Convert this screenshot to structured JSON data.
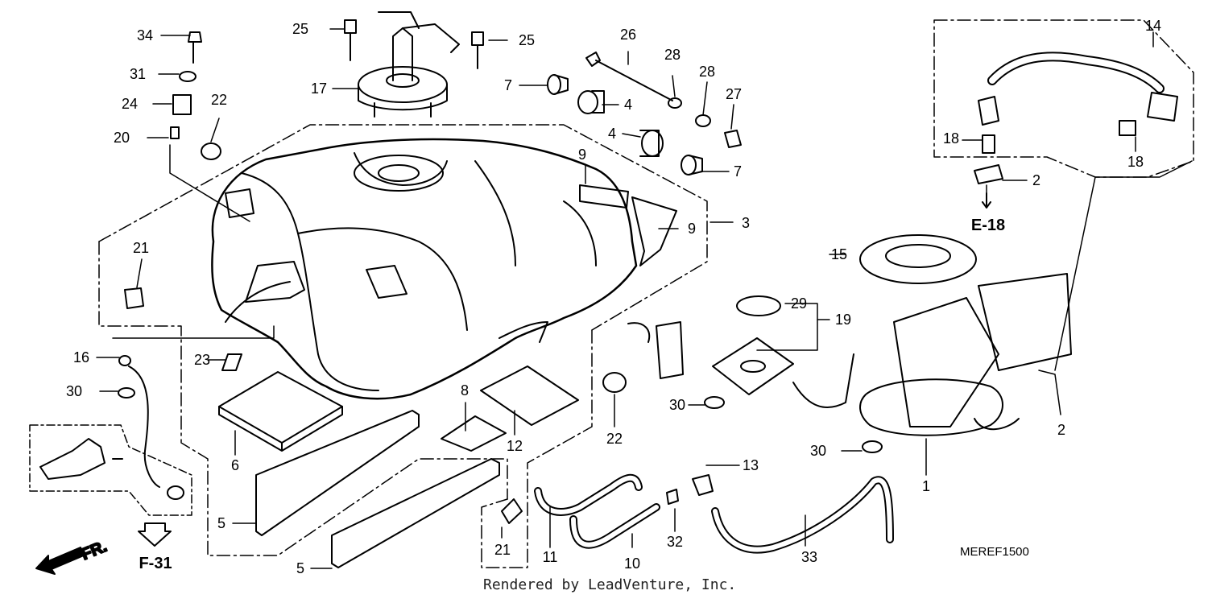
{
  "diagram": {
    "diagram_code": "MEREF1500",
    "footer_text": "Rendered by LeadVenture, Inc.",
    "front_arrow_label": "FR.",
    "references": [
      "E-18",
      "F-31"
    ],
    "callouts": [
      "1",
      "2",
      "2",
      "3",
      "4",
      "4",
      "5",
      "5",
      "6",
      "7",
      "7",
      "8",
      "9",
      "9",
      "10",
      "11",
      "12",
      "13",
      "14",
      "15",
      "16",
      "17",
      "18",
      "18",
      "19",
      "20",
      "21",
      "21",
      "22",
      "22",
      "23",
      "24",
      "25",
      "25",
      "26",
      "27",
      "28",
      "28",
      "29",
      "30",
      "30",
      "30",
      "31",
      "32",
      "33",
      "34"
    ]
  }
}
